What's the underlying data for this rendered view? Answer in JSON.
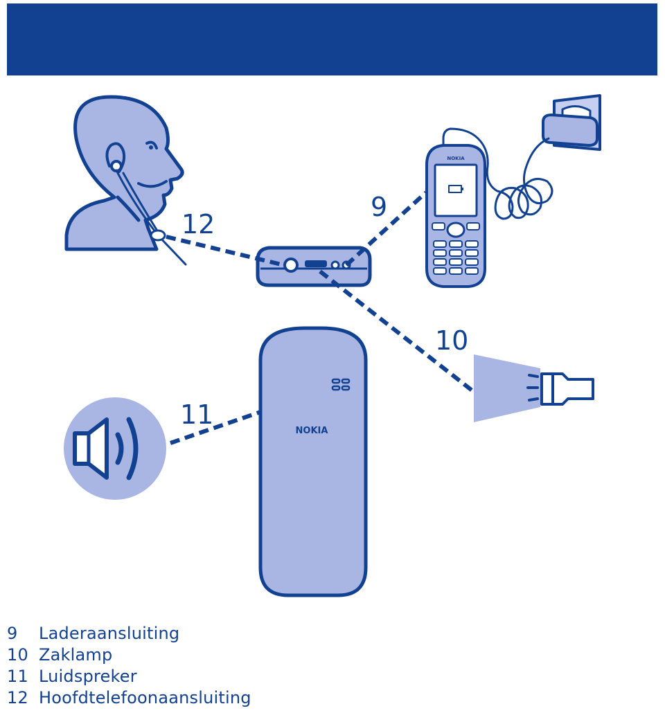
{
  "callouts": {
    "c9": "9",
    "c10": "10",
    "c11": "11",
    "c12": "12"
  },
  "phone_brand": "NOKIA",
  "legend": [
    {
      "num": "9",
      "label": "Laderaansluiting"
    },
    {
      "num": "10",
      "label": "Zaklamp"
    },
    {
      "num": "11",
      "label": "Luidspreker"
    },
    {
      "num": "12",
      "label": "Hoofdtelefoonaansluiting"
    }
  ],
  "colors": {
    "header": "#124191",
    "line": "#124191",
    "fill_light": "#a9b6e3",
    "fill_pale": "#c6cff0"
  },
  "icons": [
    "head-with-earphone-icon",
    "charger-phone-icon",
    "flashlight-icon",
    "speaker-icon"
  ]
}
